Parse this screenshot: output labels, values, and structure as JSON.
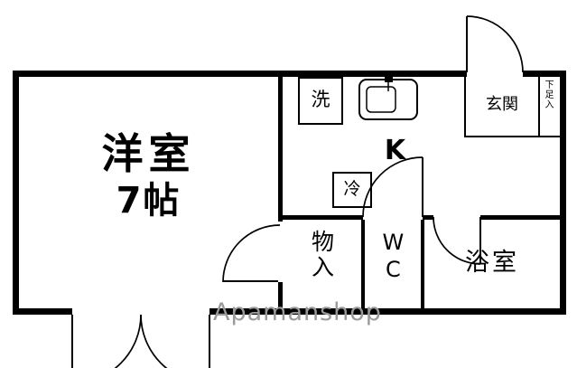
{
  "plan": {
    "rooms": {
      "living": {
        "name": "洋室",
        "size": "7帖"
      },
      "kitchen": {
        "abbr": "K"
      },
      "bath": {
        "name": "浴室"
      },
      "toilet": {
        "name": "WC"
      },
      "closet": {
        "name": "物入"
      },
      "entrance": {
        "name": "玄関"
      },
      "shoe_storage": {
        "name": "下足入"
      }
    },
    "fixtures": {
      "washer": "洗",
      "fridge": "冷"
    },
    "watermark": "Apamanshop"
  },
  "colors": {
    "wall": "#000000",
    "watermark": "#9a9a9a"
  }
}
